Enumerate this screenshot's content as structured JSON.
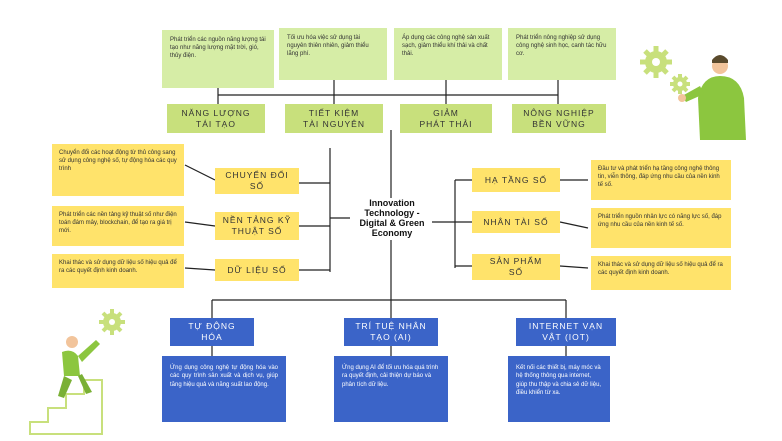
{
  "center": "Innovation\nTechnology -\nDigital & Green\nEconomy",
  "top": [
    {
      "label": "NĂNG LƯỢNG\nTÁI TẠO",
      "desc": "Phát triển các nguồn năng lượng tái tạo như năng lượng mặt trời, gió, thủy điện."
    },
    {
      "label": "TIẾT KIỆM\nTÀI NGUYÊN",
      "desc": "Tối ưu hóa việc sử dụng tài nguyên thiên nhiên, giảm thiểu lãng phí."
    },
    {
      "label": "GIẢM\nPHÁT THẢI",
      "desc": "Áp dụng các công nghệ sản xuất sạch, giảm thiểu khí thải và chất thải."
    },
    {
      "label": "NÔNG NGHIỆP\nBỀN VỮNG",
      "desc": "Phát triển nông nghiệp sử dụng công nghệ sinh học, canh tác hữu cơ."
    }
  ],
  "left": [
    {
      "label": "CHUYỂN ĐỔI\nSỐ",
      "desc": "Chuyển đổi các hoạt động từ thủ công sang sử dụng công nghệ số, tự động hóa các quy trình"
    },
    {
      "label": "NỀN TẢNG KỸ\nTHUẬT SỐ",
      "desc": "Phát triển các nền tảng kỹ thuật số như điện toán đám mây, blockchain, để tạo ra giá trị mới."
    },
    {
      "label": "DỮ LIỆU SỐ",
      "desc": "Khai thác và sử dụng dữ liệu số hiệu quả để ra các quyết định kinh doanh."
    }
  ],
  "right": [
    {
      "label": "HẠ TẦNG SỐ",
      "desc": "Đầu tư và phát triển hạ tầng công nghệ thông tin, viễn thông, đáp ứng nhu cầu của nền kinh tế số."
    },
    {
      "label": "NHÂN TÀI SỐ",
      "desc": "Phát triển nguồn nhân lực có năng lực số, đáp ứng nhu cầu của nền kinh tế số."
    },
    {
      "label": "SẢN PHẨM\nSỐ",
      "desc": "Khai thác và sử dụng dữ liệu số hiệu quả để ra các quyết định kinh doanh."
    }
  ],
  "bottom": [
    {
      "label": "TỰ ĐỘNG\nHÓA",
      "desc": "Ứng dụng công nghệ tự động hóa vào các quy trình sản xuất và dịch vụ, giúp tăng hiệu quả và năng suất lao động."
    },
    {
      "label": "TRÍ TUỆ NHÂN\nTẠO (AI)",
      "desc": "Ứng dụng AI để tối ưu hóa quá trình ra quyết định, cải thiện dự báo và phân tích dữ liệu."
    },
    {
      "label": "INTERNET VẠN\nVẬT (IOT)",
      "desc": "Kết nối các thiết bị, máy móc và hệ thống thông qua internet, giúp thu thập và chia sẻ dữ liệu, điều khiển từ xa."
    }
  ],
  "colors": {
    "green_desc": "#d6eda6",
    "green_label": "#c8e07c",
    "yellow": "#ffe36b",
    "blue": "#3b64c8",
    "line": "#222222"
  },
  "icons": [
    "gear-icon",
    "person-illustration",
    "stairs-illustration"
  ]
}
